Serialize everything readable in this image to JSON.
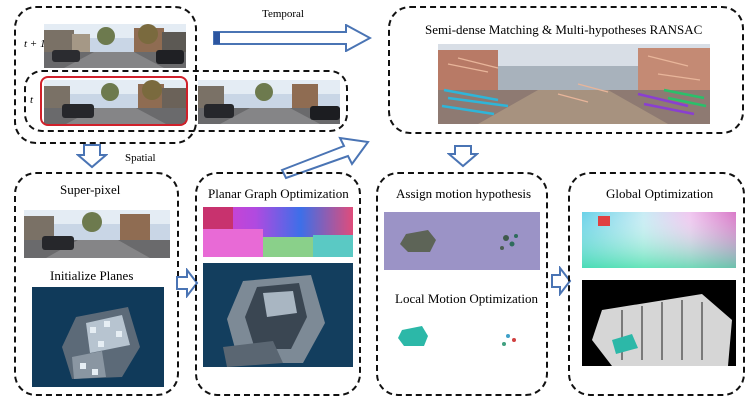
{
  "labels": {
    "temporal": "Temporal",
    "spatial": "Spatial",
    "frame_t1": "t + 1",
    "frame_t": "t",
    "matching_title": "Semi-dense Matching & Multi-hypotheses RANSAC",
    "superpixel_title": "Super-pixel",
    "init_planes_title": "Initialize Planes",
    "planar_title": "Planar Graph Optimization",
    "assign_title": "Assign motion hypothesis",
    "local_title": "Local Motion Optimization",
    "global_title": "Global Optimization"
  },
  "colors": {
    "border": "#111111",
    "arrow_fill": "#ffffff",
    "arrow_stroke": "#4a74b4",
    "highlight": "#d0202a",
    "segmentation_bg": "#9b93c6",
    "pointcloud_bg": "#103a5a"
  }
}
